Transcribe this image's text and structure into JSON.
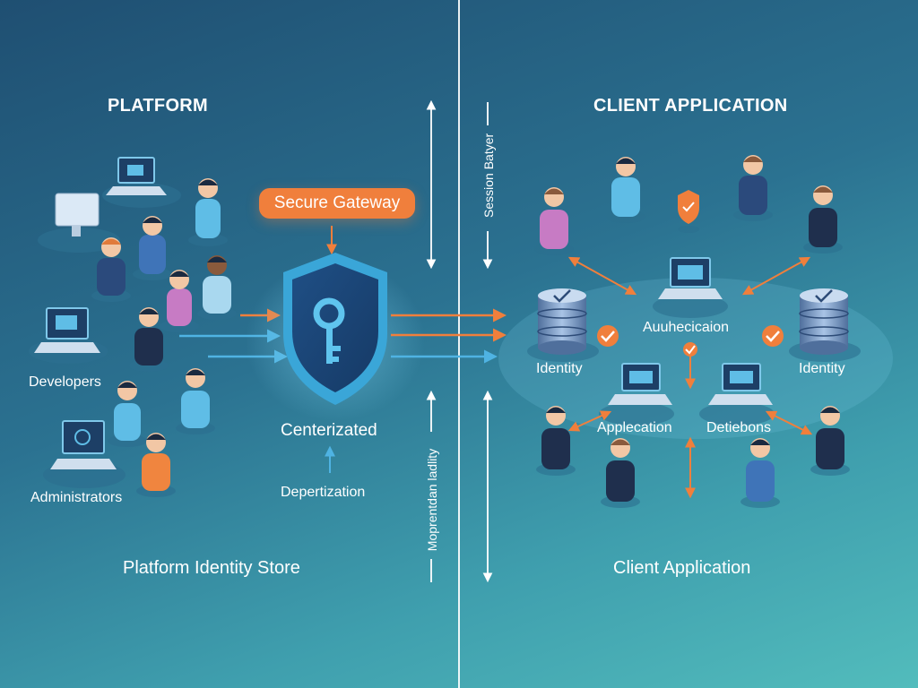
{
  "left": {
    "heading": "PLATFORM",
    "developers_label": "Developers",
    "administrators_label": "Administrators",
    "store_label": "Platform Identity Store"
  },
  "center": {
    "gateway_label": "Secure Gateway",
    "centralized_label": "Centerizated",
    "deperization_label": "Depertization",
    "session_label": "Session  Batyer",
    "modularity_label": "Moprentdan ladlity"
  },
  "right": {
    "heading": "CLIENT APPLICATION",
    "authentication_label": "Auuhecicaion",
    "identity_left_label": "Identity",
    "identity_right_label": "Identity",
    "application_label": "Applecation",
    "detiebons_label": "Detiebons",
    "client_label": "Client Application"
  },
  "colors": {
    "orange": "#f07f3c",
    "blue_arrow": "#4fb3e3",
    "shield": "#3aa6d8",
    "divider": "#ffffff"
  }
}
